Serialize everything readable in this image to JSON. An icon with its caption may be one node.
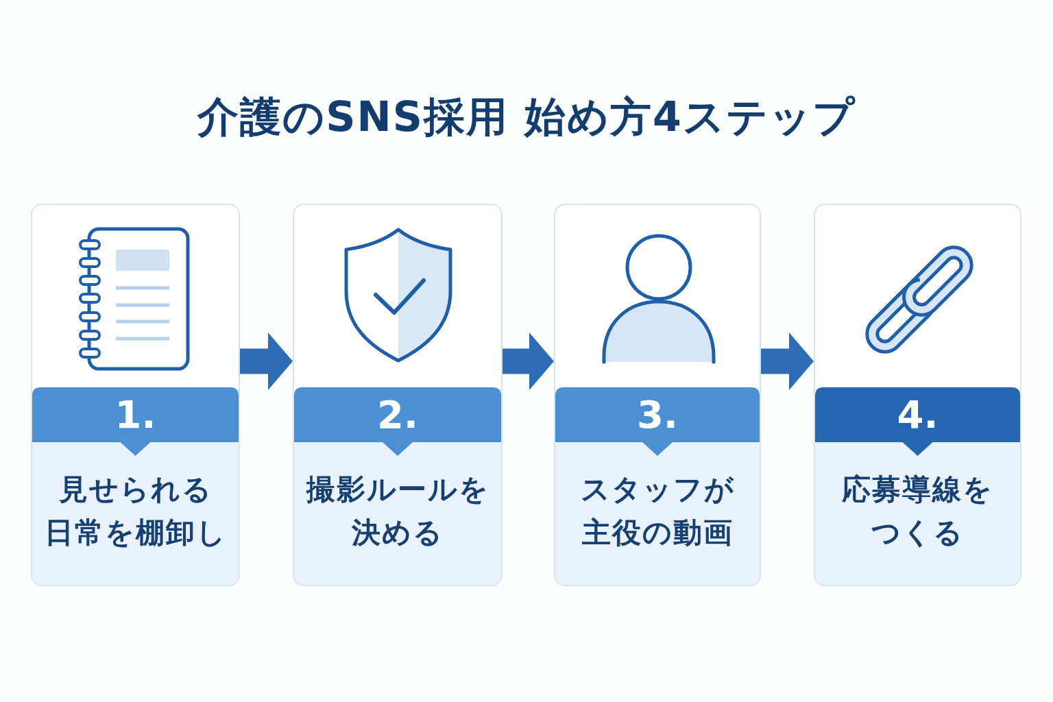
{
  "diagram": {
    "title": "介護のSNS採用 始め方4ステップ",
    "nodes": [
      {
        "text": [
          "1.",
          "見せられる日常を棚卸し"
        ]
      },
      {
        "text": [
          "2.",
          "撮影ルールを決める"
        ]
      },
      {
        "text": [
          "3.",
          "スタッフが主役の動画"
        ]
      },
      {
        "text": [
          "4.",
          "応募導線をつくる"
        ]
      }
    ],
    "edges": [
      {
        "from": 0,
        "to": 1,
        "arrow": "to"
      },
      {
        "from": 1,
        "to": 2,
        "arrow": "to"
      },
      {
        "from": 2,
        "to": 3,
        "arrow": "to"
      }
    ]
  }
}
